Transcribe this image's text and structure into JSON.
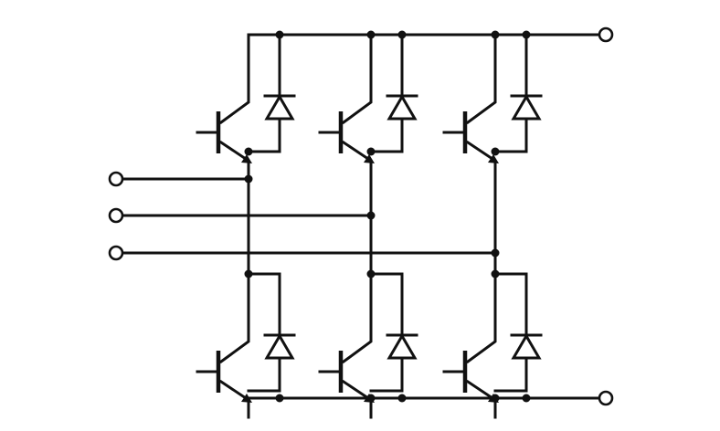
{
  "diagram": {
    "kind": "three-phase IGBT bridge with freewheeling diodes",
    "colors": {
      "line": "#111111",
      "background": "#ffffff"
    },
    "legs": [
      {
        "name": "leg-1",
        "upper": "igbt-diode",
        "lower": "igbt-diode"
      },
      {
        "name": "leg-2",
        "upper": "igbt-diode",
        "lower": "igbt-diode"
      },
      {
        "name": "leg-3",
        "upper": "igbt-diode",
        "lower": "igbt-diode"
      }
    ],
    "terminals": [
      "dc-positive",
      "dc-negative",
      "ac-1",
      "ac-2",
      "ac-3"
    ],
    "text_labels": []
  }
}
